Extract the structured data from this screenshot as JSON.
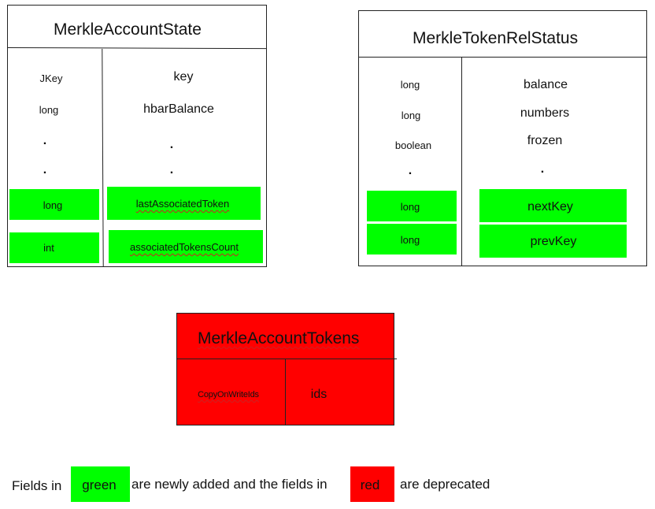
{
  "account_state": {
    "title": "MerkleAccountState",
    "types": [
      "JKey",
      "long",
      ".",
      ".",
      "long",
      "int"
    ],
    "names": [
      "key",
      "hbarBalance",
      ".",
      ".",
      "lastAssociatedToken",
      "associatedTokensCount"
    ]
  },
  "token_rel_status": {
    "title": "MerkleTokenRelStatus",
    "types": [
      "long",
      "long",
      "boolean",
      ".",
      "long",
      "long"
    ],
    "names": [
      "balance",
      "numbers",
      "frozen",
      ".",
      "nextKey",
      "prevKey"
    ]
  },
  "account_tokens": {
    "title": "MerkleAccountTokens",
    "type": "CopyOnWriteIds",
    "name": "ids"
  },
  "legend": {
    "prefix": "Fields in",
    "green_label": "green",
    "middle": "are newly added and the fields in",
    "red_label": "red",
    "suffix": "are deprecated"
  },
  "colors": {
    "added": "#00ff00",
    "deprecated": "#ff0000"
  }
}
